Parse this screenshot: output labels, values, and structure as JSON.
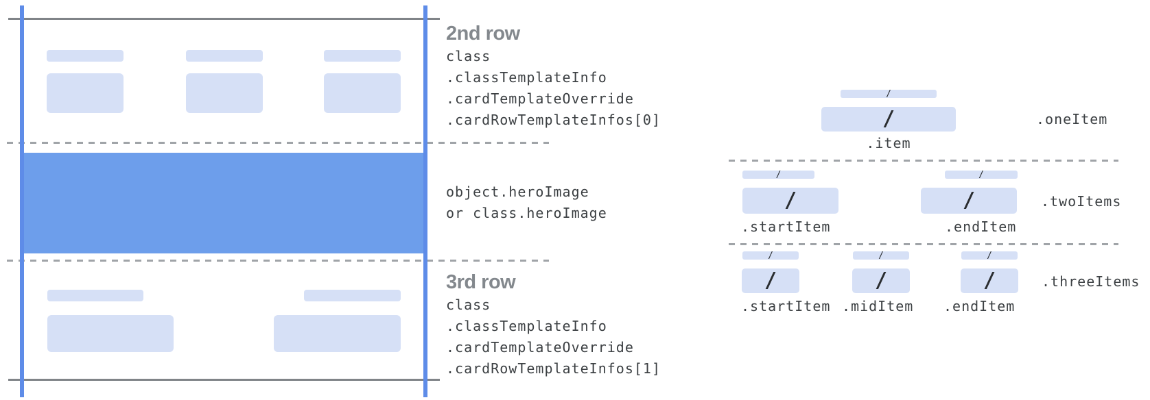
{
  "diagram": {
    "left_card": {
      "second_row": {
        "title": "2nd row",
        "code": [
          "class",
          ".classTemplateInfo",
          ".cardTemplateOverride",
          ".cardRowTemplateInfos[0]"
        ]
      },
      "hero": {
        "code": [
          "object.heroImage",
          "or class.heroImage"
        ]
      },
      "third_row": {
        "title": "3rd row",
        "code": [
          "class",
          ".classTemplateInfo",
          ".cardTemplateOverride",
          ".cardRowTemplateInfos[1]"
        ]
      }
    },
    "item_layouts": {
      "one_item": {
        "group_label": ".oneItem",
        "item_labels": [
          ".item"
        ]
      },
      "two_items": {
        "group_label": ".twoItems",
        "item_labels": [
          ".startItem",
          ".endItem"
        ]
      },
      "three_items": {
        "group_label": ".threeItems",
        "item_labels": [
          ".startItem",
          ".midItem",
          ".endItem"
        ]
      }
    },
    "slash_glyph": "/"
  },
  "colors": {
    "hero_blue": "#6d9eeb",
    "edge_line_blue": "#5e8ce8",
    "placeholder_bar_blue": "#d6e0f6",
    "solid_line_gray": "#808488",
    "dashed_line_gray": "#a0a4a8",
    "title_gray": "#83888d",
    "code_text": "#3c4043"
  }
}
